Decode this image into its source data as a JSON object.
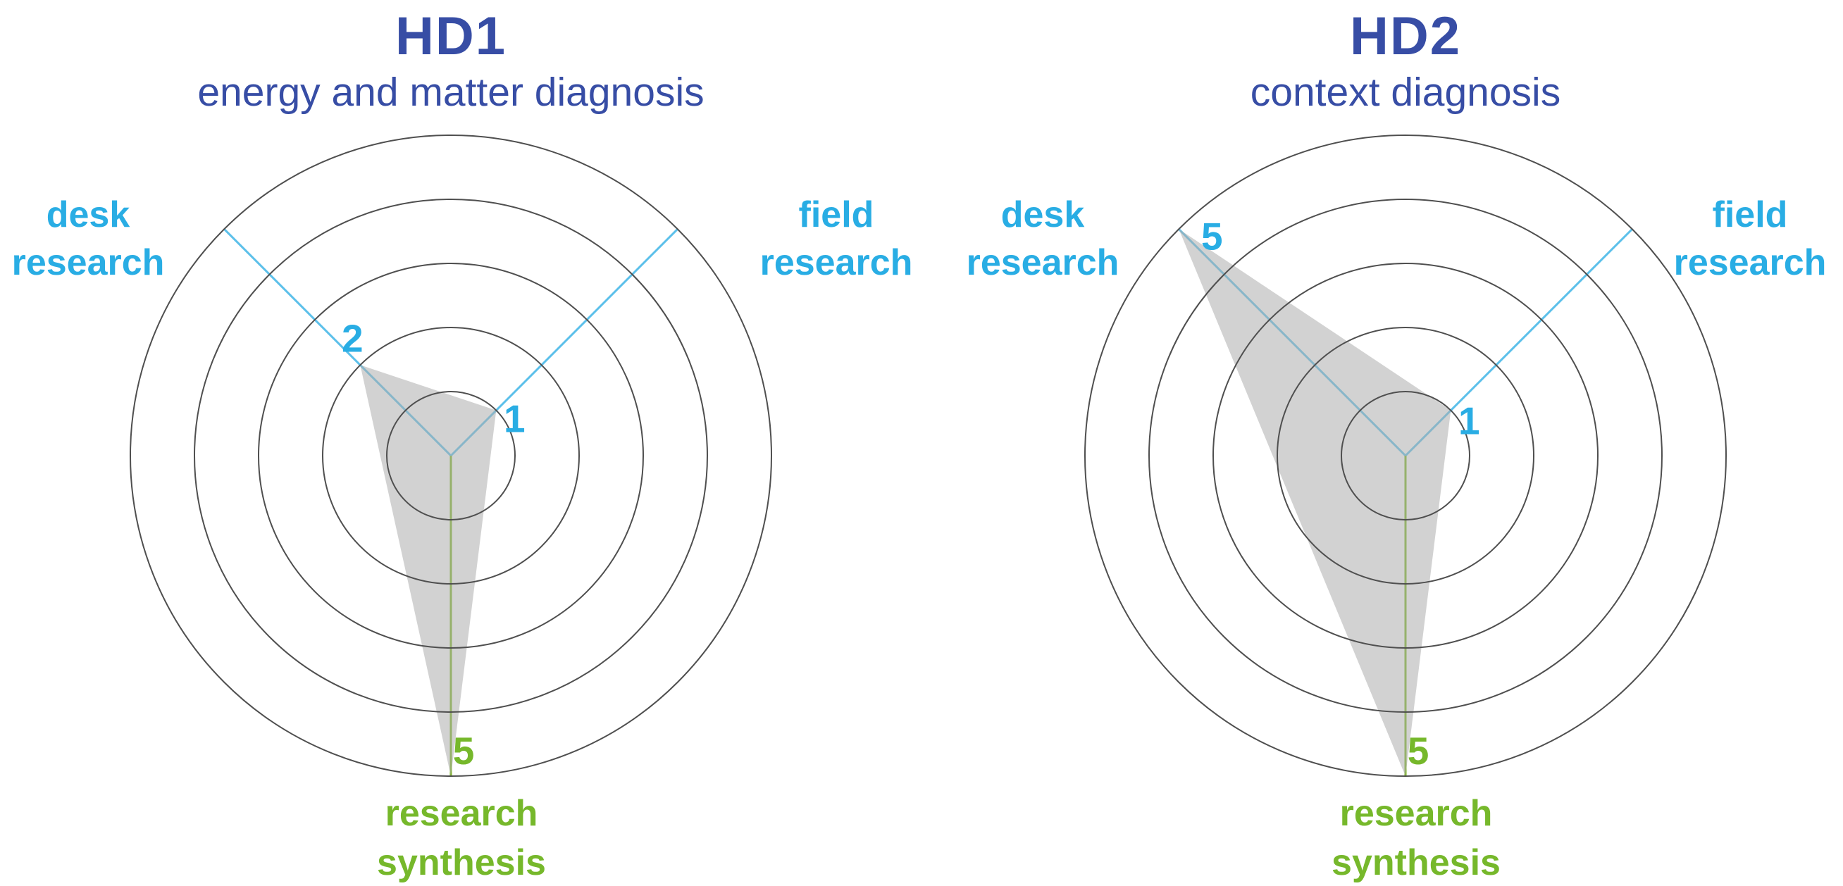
{
  "figure": {
    "background": "#ffffff",
    "description": "two three-axis radar diagrams"
  },
  "style": {
    "title_color": "#374da5",
    "ring_stroke_color": "#4f4f4f",
    "cyan_text_color": "#29ade4",
    "cyan_line_color": "#5cc0ea",
    "green_text_color": "#76b82b",
    "green_line_color": "#7ab51d",
    "polygon_fill_color": "rgba(173,173,173,0.55)"
  },
  "chart_data": [
    {
      "type": "radar",
      "title": "HD1",
      "subtitle": "energy and matter diagnosis",
      "rings": 5,
      "scale_min": 0,
      "scale_max": 5,
      "legend": "none",
      "grid": "concentric-circles",
      "axes": [
        {
          "name": "desk research",
          "label_lines": [
            "desk",
            "research"
          ],
          "value": 2,
          "value_label": "2",
          "color": "cyan"
        },
        {
          "name": "field research",
          "label_lines": [
            "field",
            "research"
          ],
          "value": 1,
          "value_label": "1",
          "color": "cyan"
        },
        {
          "name": "research synthesis",
          "label_lines": [
            "research",
            "synthesis"
          ],
          "value": 5,
          "value_label": "5",
          "color": "green"
        }
      ]
    },
    {
      "type": "radar",
      "title": "HD2",
      "subtitle": "context diagnosis",
      "rings": 5,
      "scale_min": 0,
      "scale_max": 5,
      "legend": "none",
      "grid": "concentric-circles",
      "axes": [
        {
          "name": "desk research",
          "label_lines": [
            "desk",
            "research"
          ],
          "value": 5,
          "value_label": "5",
          "color": "cyan"
        },
        {
          "name": "field research",
          "label_lines": [
            "field",
            "research"
          ],
          "value": 1,
          "value_label": "1",
          "color": "cyan"
        },
        {
          "name": "research synthesis",
          "label_lines": [
            "research",
            "synthesis"
          ],
          "value": 5,
          "value_label": "5",
          "color": "green"
        }
      ]
    }
  ]
}
